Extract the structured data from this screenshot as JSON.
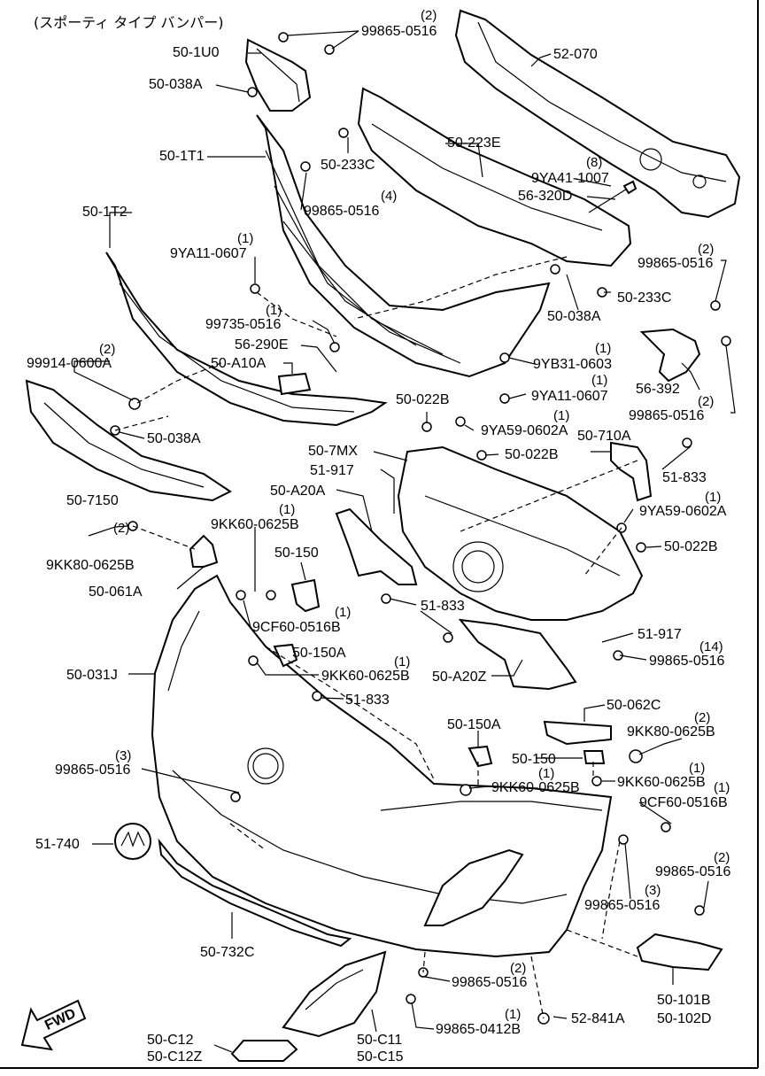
{
  "title": "(スポーティ タイプ バンパー)",
  "fwd": "FWD",
  "labels": [
    {
      "id": "p1",
      "code": "99865-0516",
      "qty": "(2)"
    },
    {
      "id": "p2",
      "code": "50-1U0"
    },
    {
      "id": "p3",
      "code": "52-070"
    },
    {
      "id": "p4",
      "code": "50-038A"
    },
    {
      "id": "p5",
      "code": "50-1T1"
    },
    {
      "id": "p6",
      "code": "50-223E"
    },
    {
      "id": "p7",
      "code": "50-233C"
    },
    {
      "id": "p8",
      "code": "9YA41-1007",
      "qty": "(8)"
    },
    {
      "id": "p9",
      "code": "56-320D"
    },
    {
      "id": "p10",
      "code": "99865-0516",
      "qty": "(4)"
    },
    {
      "id": "p11",
      "code": "50-1T2"
    },
    {
      "id": "p12",
      "code": "9YA11-0607",
      "qty": "(1)"
    },
    {
      "id": "p13",
      "code": "99865-0516",
      "qty": "(2)"
    },
    {
      "id": "p14",
      "code": "50-233C"
    },
    {
      "id": "p15",
      "code": "50-038A"
    },
    {
      "id": "p16",
      "code": "99735-0516",
      "qty": "(1)"
    },
    {
      "id": "p17",
      "code": "56-290E"
    },
    {
      "id": "p18",
      "code": "50-A10A"
    },
    {
      "id": "p19",
      "code": "99914-0600A",
      "qty": "(2)"
    },
    {
      "id": "p20",
      "code": "9YB31-0603",
      "qty": "(1)"
    },
    {
      "id": "p21",
      "code": "56-392"
    },
    {
      "id": "p22",
      "code": "9YA11-0607",
      "qty": "(1)"
    },
    {
      "id": "p23",
      "code": "50-022B"
    },
    {
      "id": "p24",
      "code": "99865-0516",
      "qty": "(2)"
    },
    {
      "id": "p25",
      "code": "9YA59-0602A",
      "qty": "(1)"
    },
    {
      "id": "p26",
      "code": "50-038A"
    },
    {
      "id": "p27",
      "code": "50-7MX"
    },
    {
      "id": "p28",
      "code": "50-710A"
    },
    {
      "id": "p29",
      "code": "50-022B"
    },
    {
      "id": "p30",
      "code": "51-833"
    },
    {
      "id": "p31",
      "code": "50-7150"
    },
    {
      "id": "p32",
      "code": "51-917"
    },
    {
      "id": "p33",
      "code": "50-A20A"
    },
    {
      "id": "p34",
      "code": "9YA59-0602A",
      "qty": "(1)"
    },
    {
      "id": "p35",
      "code": "9KK60-0625B",
      "qty": "(1)"
    },
    {
      "id": "p36",
      "code": "50-022B"
    },
    {
      "id": "p37",
      "code": "9KK80-0625B",
      "qty": "(2)"
    },
    {
      "id": "p38",
      "code": "50-150"
    },
    {
      "id": "p39",
      "code": "50-061A"
    },
    {
      "id": "p40",
      "code": "51-833"
    },
    {
      "id": "p41",
      "code": "9CF60-0516B",
      "qty": "(1)"
    },
    {
      "id": "p42",
      "code": "51-917"
    },
    {
      "id": "p43",
      "code": "50-150A"
    },
    {
      "id": "p44",
      "code": "99865-0516",
      "qty": "(14)"
    },
    {
      "id": "p45",
      "code": "50-031J"
    },
    {
      "id": "p46",
      "code": "9KK60-0625B",
      "qty": "(1)"
    },
    {
      "id": "p47",
      "code": "50-A20Z"
    },
    {
      "id": "p48",
      "code": "51-833"
    },
    {
      "id": "p49",
      "code": "50-062C"
    },
    {
      "id": "p50",
      "code": "50-150A"
    },
    {
      "id": "p51",
      "code": "9KK80-0625B",
      "qty": "(2)"
    },
    {
      "id": "p52",
      "code": "99865-0516",
      "qty": "(3)"
    },
    {
      "id": "p53",
      "code": "50-150"
    },
    {
      "id": "p54",
      "code": "9KK60-0625B",
      "qty": "(1)"
    },
    {
      "id": "p55",
      "code": "9KK60-0625B",
      "qty": "(1)"
    },
    {
      "id": "p56",
      "code": "9CF60-0516B",
      "qty": "(1)"
    },
    {
      "id": "p57",
      "code": "51-740"
    },
    {
      "id": "p58",
      "code": "99865-0516",
      "qty": "(2)"
    },
    {
      "id": "p59",
      "code": "99865-0516",
      "qty": "(3)"
    },
    {
      "id": "p60",
      "code": "50-732C"
    },
    {
      "id": "p61",
      "code": "99865-0516",
      "qty": "(2)"
    },
    {
      "id": "p62",
      "code": "50-101B"
    },
    {
      "id": "p63",
      "code": "50-102D"
    },
    {
      "id": "p64",
      "code": "99865-0412B",
      "qty": "(1)"
    },
    {
      "id": "p65",
      "code": "52-841A"
    },
    {
      "id": "p66",
      "code": "50-C12"
    },
    {
      "id": "p67",
      "code": "50-C11"
    },
    {
      "id": "p68",
      "code": "50-C12Z"
    },
    {
      "id": "p69",
      "code": "50-C15"
    }
  ]
}
